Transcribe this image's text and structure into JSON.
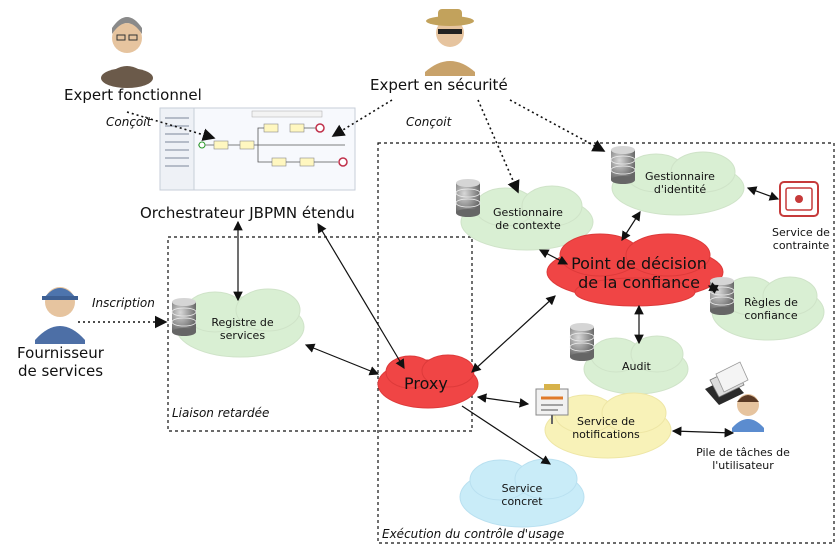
{
  "actors": {
    "functional_expert": "Expert fonctionnel",
    "security_expert": "Expert en sécurité",
    "service_provider": "Fournisseur de services",
    "user_task_stack": "Pile de tâches de l'utilisateur"
  },
  "annotations": {
    "designs_left": "Conçoit",
    "designs_right": "Conçoit",
    "registration": "Inscription"
  },
  "components": {
    "orchestrator": "Orchestrateur JBPMN étendu",
    "service_registry": "Registre de services",
    "proxy": "Proxy",
    "context_manager": "Gestionnaire de contexte",
    "identity_manager": "Gestionnaire d'identité",
    "trust_decision_point": "Point de décision de la confiance",
    "trust_rules": "Règles de confiance",
    "audit": "Audit",
    "notification_service": "Service de notifications",
    "concrete_service": "Service concret",
    "constraint_service": "Service de contrainte"
  },
  "zones": {
    "late_binding": "Liaison retardée",
    "usage_control": "Exécution du contrôle d'usage"
  },
  "colors": {
    "green_cloud": "#d9efd3",
    "red_cloud": "#f04545",
    "blue_cloud": "#c9ecf8",
    "yellow_cloud": "#f8f2b8",
    "database": "#8f8f8f"
  }
}
